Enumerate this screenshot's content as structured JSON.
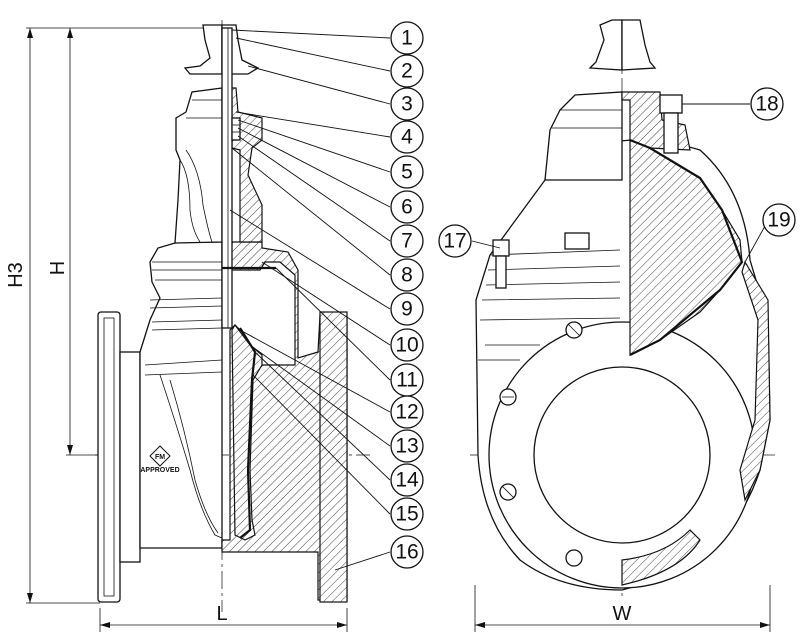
{
  "figure": {
    "dimensions": {
      "overall_height": "H3",
      "stem_height": "H",
      "face_to_face_length": "L",
      "width": "W"
    },
    "approval_stamp": {
      "logo_text": "FM",
      "label": "APPROVED"
    },
    "callouts": [
      "1",
      "2",
      "3",
      "4",
      "5",
      "6",
      "7",
      "8",
      "9",
      "10",
      "11",
      "12",
      "13",
      "14",
      "15",
      "16",
      "17",
      "18",
      "19"
    ]
  }
}
